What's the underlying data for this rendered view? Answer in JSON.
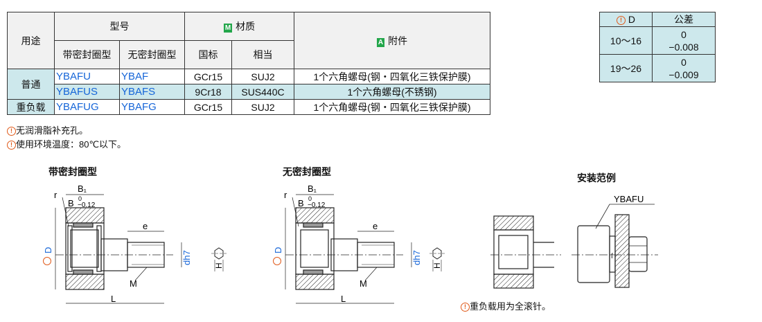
{
  "table": {
    "usage": "用途",
    "model": "型号",
    "sealed": "带密封圈型",
    "unsealed": "无密封圈型",
    "material_tag": "M",
    "material": "材质",
    "national": "国标",
    "equivalent": "相当",
    "accessory_tag": "A",
    "accessory": "附件",
    "rows": [
      {
        "usage": "普通",
        "sealed": "YBAFU",
        "unsealed": "YBAF",
        "national": "GCr15",
        "equivalent": "SUJ2",
        "accessory": "1个六角螺母(钢・四氧化三铁保护膜)"
      },
      {
        "usage": "",
        "sealed": "YBAFUS",
        "unsealed": "YBAFS",
        "national": "9Cr18",
        "equivalent": "SUS440C",
        "accessory": "1个六角螺母(不锈钢)"
      },
      {
        "usage": "重负载",
        "sealed": "YBAFUG",
        "unsealed": "YBAFG",
        "national": "GCr15",
        "equivalent": "SUJ2",
        "accessory": "1个六角螺母(钢・四氧化三铁保护膜)"
      }
    ]
  },
  "tolerance": {
    "d_label": "D",
    "tol_label": "公差",
    "rows": [
      {
        "range": "10～16",
        "upper": "0",
        "lower": "−0.008"
      },
      {
        "range": "19～26",
        "upper": "0",
        "lower": "−0.009"
      }
    ]
  },
  "notes": [
    "无润滑脂补充孔。",
    "使用环境温度：80℃以下。"
  ],
  "drawings": {
    "sealed_title": "带密封圈型",
    "unsealed_title": "无密封圈型",
    "install_title": "安装范例",
    "install_label": "YBAFU",
    "install_note": "重负载用为全滚针。",
    "labels": {
      "r": "r",
      "B1": "B₁",
      "B": "B",
      "b_upper": "0",
      "b_lower": "−0.12",
      "e": "e",
      "M": "M",
      "L": "L",
      "D": "D",
      "dh7": "dh7",
      "H": "H",
      "f": "f"
    }
  },
  "colors": {
    "accent_blue": "#1565d8",
    "cyan": "#cde8ec",
    "warn": "#e05a1a",
    "tag_green": "#22a64a"
  }
}
